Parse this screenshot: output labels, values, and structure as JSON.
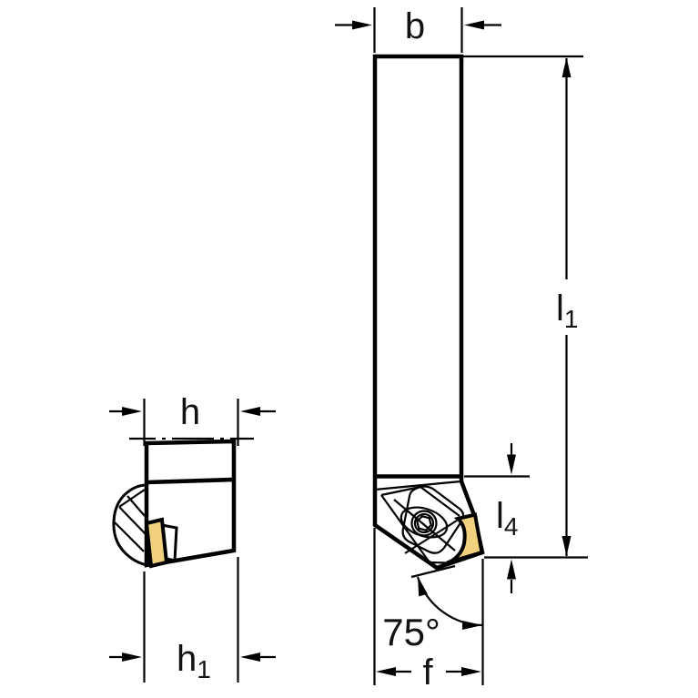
{
  "drawing": {
    "front_view": {
      "dim_b": {
        "base": "b",
        "sub": ""
      },
      "dim_l1": {
        "base": "l",
        "sub": "1"
      },
      "dim_l4": {
        "base": "l",
        "sub": "4"
      },
      "dim_f": {
        "base": "f",
        "sub": ""
      },
      "angle_label": "75°"
    },
    "side_view": {
      "dim_h": {
        "base": "h",
        "sub": ""
      },
      "dim_h1": {
        "base": "h",
        "sub": "1"
      }
    },
    "colors": {
      "body_fill": "#cacaca",
      "insert_fill": "#f2d17e",
      "shim_fill": "#ffffff",
      "line": "#000000",
      "background": "#ffffff"
    }
  }
}
